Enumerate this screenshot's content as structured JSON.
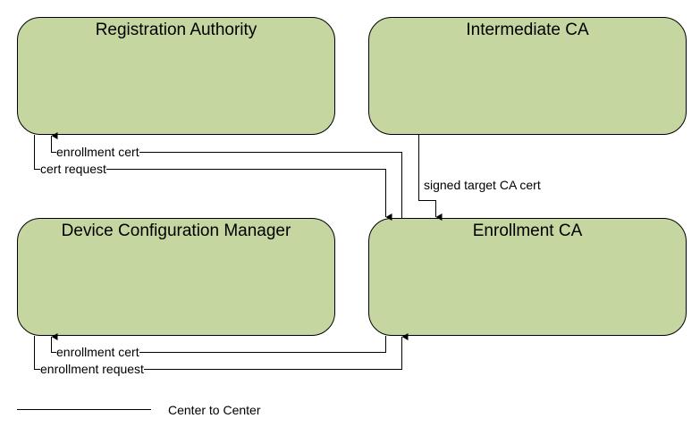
{
  "nodes": {
    "registration_authority": "Registration Authority",
    "intermediate_ca": "Intermediate CA",
    "device_config_manager": "Device Configuration Manager",
    "enrollment_ca": "Enrollment CA"
  },
  "flows": {
    "ra_enrollment_cert": "enrollment cert",
    "ra_cert_request": "cert request",
    "ica_signed_cert": "signed target CA cert",
    "dcm_enrollment_cert": "enrollment cert",
    "dcm_enrollment_request": "enrollment request"
  },
  "legend": {
    "center_to_center": "Center to Center"
  },
  "colors": {
    "node_fill": "#c5d6a0",
    "line": "#000000"
  }
}
